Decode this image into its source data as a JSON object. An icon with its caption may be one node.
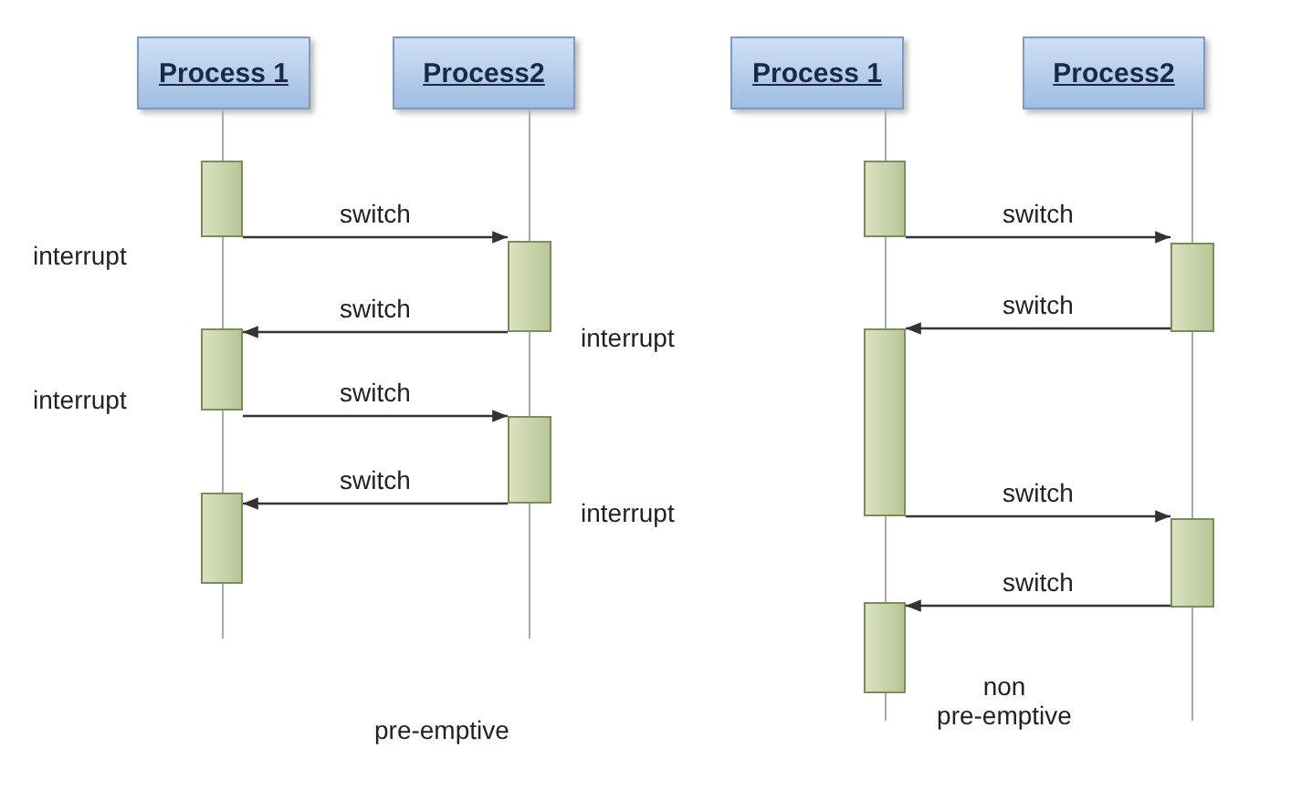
{
  "diagram": {
    "nodes": [
      {
        "text": [
          "Process 1"
        ]
      },
      {
        "text": [
          "Process2"
        ]
      },
      {
        "text": [
          "Process 1"
        ]
      },
      {
        "text": [
          "Process2"
        ]
      },
      {
        "text": [],
        "shape": "bar"
      },
      {
        "text": [],
        "shape": "bar"
      },
      {
        "text": [],
        "shape": "bar"
      },
      {
        "text": [],
        "shape": "bar"
      },
      {
        "text": [],
        "shape": "bar"
      },
      {
        "text": [],
        "shape": "bar"
      },
      {
        "text": [],
        "shape": "bar"
      },
      {
        "text": [],
        "shape": "bar"
      },
      {
        "text": [],
        "shape": "bar"
      },
      {
        "text": [],
        "shape": "bar"
      }
    ],
    "edges": [
      {
        "from": 4,
        "to": 5,
        "arrow": "to",
        "label": "switch"
      },
      {
        "from": 5,
        "to": 6,
        "arrow": "to",
        "label": "switch"
      },
      {
        "from": 6,
        "to": 7,
        "arrow": "to",
        "label": "switch"
      },
      {
        "from": 7,
        "to": 8,
        "arrow": "to",
        "label": "switch"
      },
      {
        "from": 9,
        "to": 10,
        "arrow": "to",
        "label": "switch"
      },
      {
        "from": 10,
        "to": 11,
        "arrow": "to",
        "label": "switch"
      },
      {
        "from": 11,
        "to": 12,
        "arrow": "to",
        "label": "switch"
      },
      {
        "from": 12,
        "to": 13,
        "arrow": "to",
        "label": "switch"
      }
    ],
    "labels": [
      "interrupt",
      "interrupt",
      "interrupt",
      "interrupt",
      "pre-emptive",
      "non pre-emptive"
    ]
  }
}
